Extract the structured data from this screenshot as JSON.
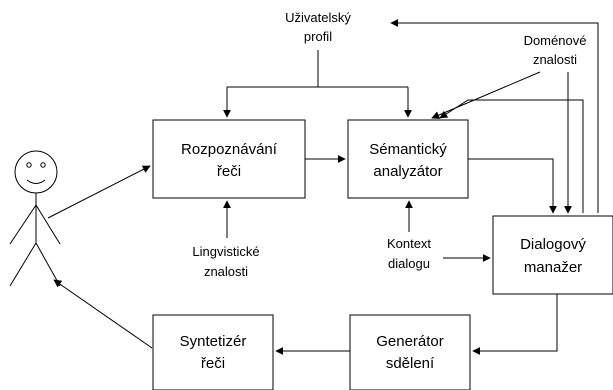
{
  "boxes": {
    "speech_recognition": [
      "Rozpoznávání",
      "řeči"
    ],
    "semantic_analyzer": [
      "Sémantický",
      "analyzátor"
    ],
    "dialogue_manager": [
      "Dialogový",
      "manažer"
    ],
    "message_generator": [
      "Generátor",
      "sdělení"
    ],
    "speech_synthesizer": [
      "Syntetizér",
      "řeči"
    ]
  },
  "labels": {
    "user_profile": [
      "Uživatelský",
      "profil"
    ],
    "domain_knowledge": [
      "Doménové",
      "znalosti"
    ],
    "linguistic_knowledge": [
      "Lingvistické",
      "znalosti"
    ],
    "dialogue_context": [
      "Kontext",
      "dialogu"
    ]
  },
  "colors": {
    "stroke": "#000000",
    "background": "#ffffff"
  },
  "icons": {
    "user": "stick-figure-icon"
  }
}
